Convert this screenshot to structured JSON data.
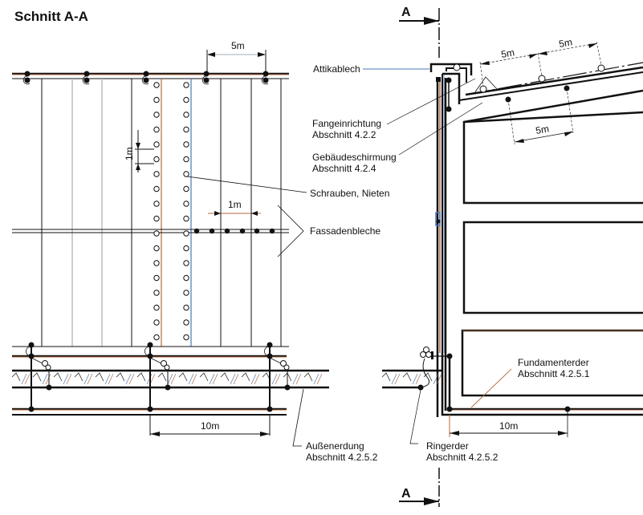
{
  "title": "Schnitt A-A",
  "section_marker": {
    "top": "A",
    "bottom": "A"
  },
  "labels": {
    "attikablech": "Attikablech",
    "fangeinrichtung": [
      "Fangeinrichtung",
      "Abschnitt 4.2.2"
    ],
    "gebaeudeschirmung": [
      "Gebäudeschirmung",
      "Abschnitt 4.2.4"
    ],
    "schrauben": "Schrauben, Nieten",
    "fassadenbleche": "Fassadenbleche",
    "fundamenterder": [
      "Fundamenterder",
      "Abschnitt 4.2.5.1"
    ],
    "ringerder": [
      "Ringerder",
      "Abschnitt 4.2.5.2"
    ],
    "aussenerdung": [
      "Außenerdung",
      "Abschnitt 4.2.5.2"
    ]
  },
  "dimensions": {
    "facade_top_spacing": "5m",
    "facade_vertical_spacing": "1m",
    "facade_horizontal_spacing": "1m",
    "facade_bottom_spacing": "10m",
    "roof_upper_spacing_1": "5m",
    "roof_upper_spacing_2": "5m",
    "roof_lower_spacing": "5m",
    "foundation_spacing": "10m"
  },
  "colors": {
    "line": "#111111",
    "copper": "#b5693a",
    "blue": "#4a78b8",
    "grey": "#b8bec4"
  }
}
